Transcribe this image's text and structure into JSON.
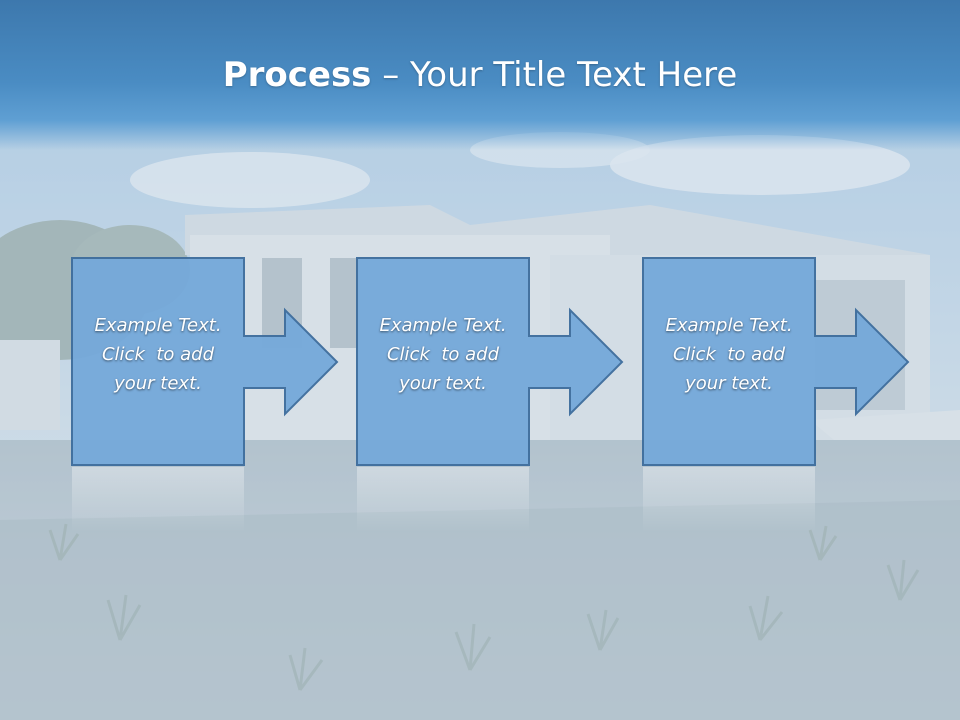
{
  "slide": {
    "title_bold": "Process",
    "title_rest": " – Your Title Text Here"
  },
  "steps": [
    {
      "line1": "Example Text.",
      "line2": "Click  to add",
      "line3": "your text."
    },
    {
      "line1": "Example Text.",
      "line2": "Click  to add",
      "line3": "your text."
    },
    {
      "line1": "Example Text.",
      "line2": "Click  to add",
      "line3": "your text."
    }
  ],
  "colors": {
    "header": "#4a8cc3",
    "box_fill": "#75a9da",
    "box_stroke": "#3d6d9d",
    "text": "#ffffff"
  }
}
